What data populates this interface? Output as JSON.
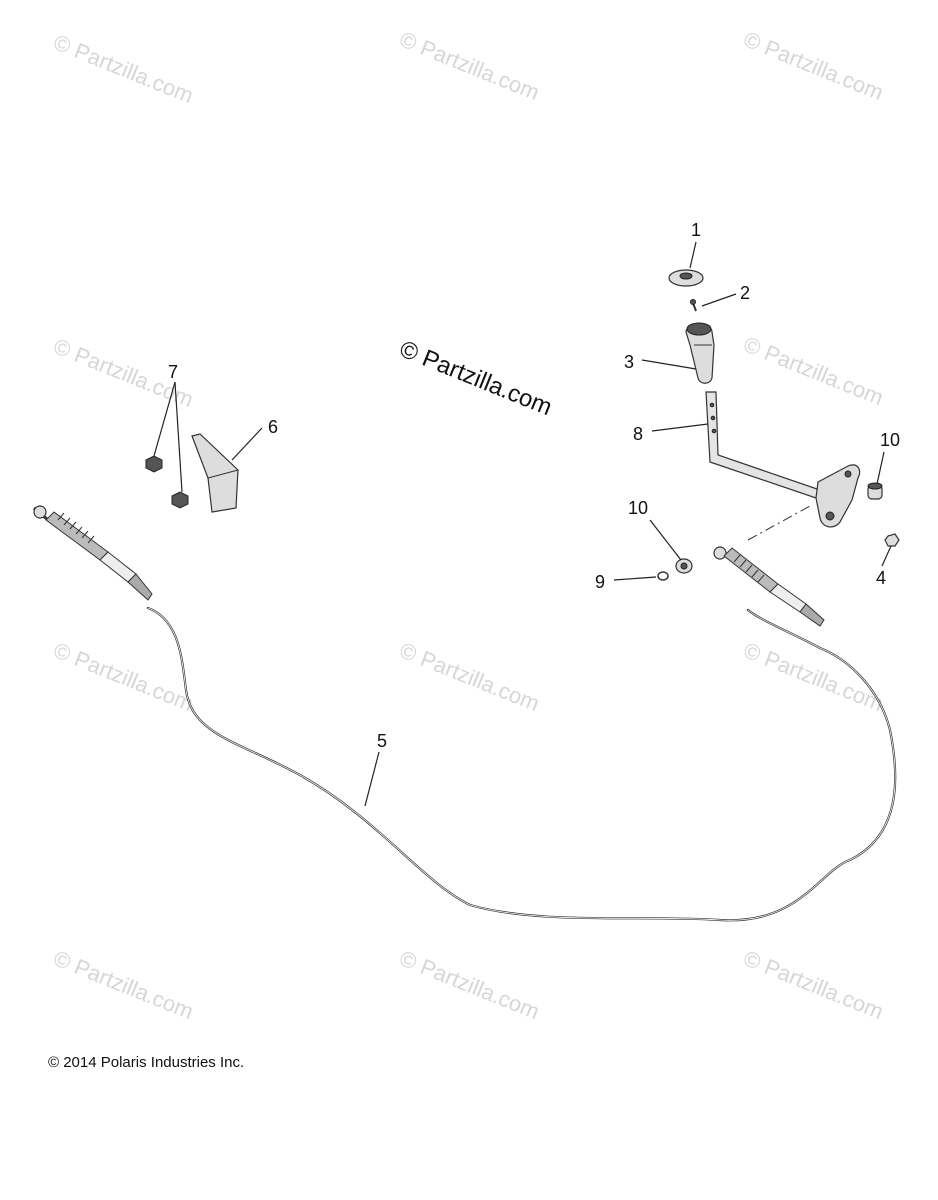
{
  "watermark_text": "© Partzilla.com",
  "main_watermark": "© Partzilla.com",
  "copyright": "© 2014 Polaris Industries Inc.",
  "callouts": [
    "1",
    "2",
    "3",
    "4",
    "5",
    "6",
    "7",
    "8",
    "9",
    "10",
    "10"
  ]
}
